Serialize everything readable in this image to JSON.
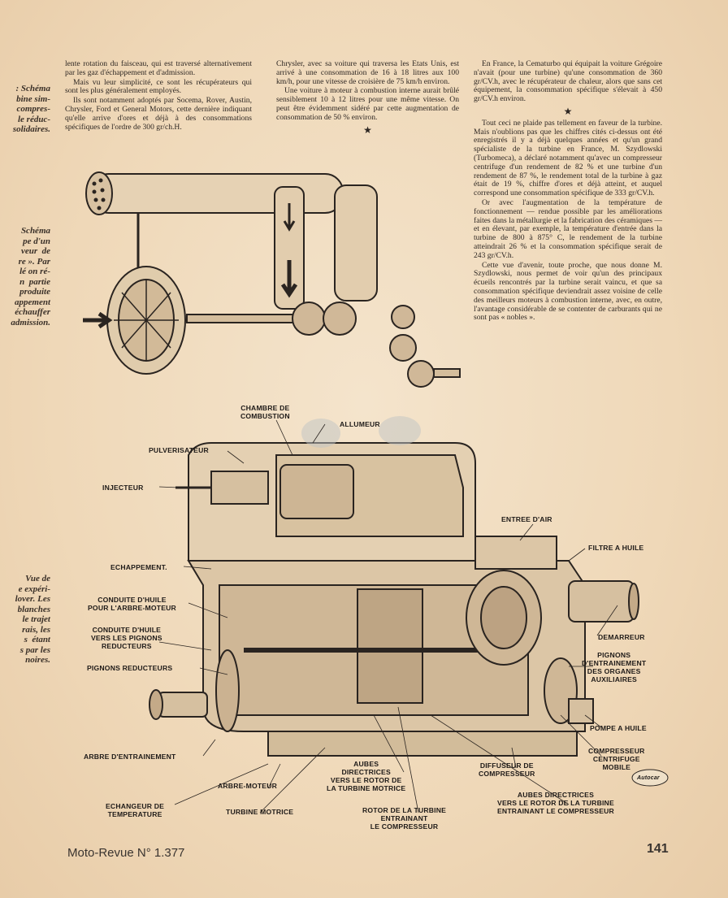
{
  "margin_captions": [
    ": Schéma\nbine sim-\ncompres-\nle réduc-\nsolidaires.",
    "Schéma\npe d'un\nveur  de\nre ». Par\nlé on ré-\nn  partie\n produite\nappement\néchauffer\nadmission.",
    "Vue de\ne expéri-\nlover. Les\nblanches\nle trajet\nrais, les\ns  étant\ns par les\nnoires."
  ],
  "column1": [
    "lente rotation du faisceau, qui est traversé alternativement par les gaz d'échappement et d'admission.",
    "Mais vu leur simplicité, ce sont les récupérateurs qui sont les plus généralement employés.",
    "Ils sont notamment adoptés par Socema, Rover, Austin, Chrysler, Ford et General Motors, cette dernière indiquant qu'elle arrive d'ores et déjà à des consommations spécifiques de l'ordre de 300 gr/ch.H."
  ],
  "column2": [
    "Chrysler, avec sa voiture qui traversa les Etats Unis, est arrivé à une consommation de 16 à 18 litres aux 100 km/h, pour une vitesse de croisière de 75 km/h environ.",
    "Une voiture à moteur à combustion interne aurait brûlé sensiblement 10 à 12 litres pour une même vitesse. On peut être évidemment sidéré par cette augmentation de consommation de 50 % environ."
  ],
  "column3": [
    "En France, la Cematurbo qui équipait la voiture Grégoire n'avait (pour une turbine) qu'une consommation de 360 gr/CV.h, avec le récupérateur de chaleur, alors que sans cet équipement, la consommation spécifique s'élevait à 450 gr/CV.h environ.",
    "Tout ceci ne plaide pas tellement en faveur de la turbine. Mais n'oublions pas que les chiffres cités ci-dessus ont été enregistrés il y a déjà quelques années et qu'un grand spécialiste de la turbine en France, M. Szydlowski (Turbomeca), a déclaré notamment qu'avec un compresseur centrifuge d'un rendement de 82 % et une turbine d'un rendement de 87 %, le rendement total de la turbine à gaz était de 19 %, chiffre d'ores et déjà atteint, et auquel correspond une consommation spécifique de 333 gr/CV.h.",
    "Or avec l'augmentation de la température de fonctionnement — rendue possible par les améliorations faites dans la métallurgie et la fabrication des céramiques — et en élevant, par exemple, la température d'entrée dans la turbine de 800 à 875° C, le rendement de la turbine atteindrait 26 % et la consommation spécifique serait de 243 gr/CV.h.",
    "Cette vue d'avenir, toute proche, que nous donne M. Szydlowski, nous permet de voir qu'un des principaux écueils rencontrés par la turbine serait vaincu, et que sa consommation spécifique deviendrait assez voisine de celle des meilleurs moteurs à combustion interne, avec, en outre, l'avantage considérable de se contenter de carburants qui ne sont pas « nobles »."
  ],
  "star": "★",
  "labels": {
    "chambre": "CHAMBRE DE\nCOMBUSTION",
    "allumeur": "ALLUMEUR",
    "pulverisateur": "PULVERISATEUR",
    "injecteur": "INJECTEUR",
    "entree_air": "ENTREE D'AIR",
    "filtre": "FILTRE A HUILE",
    "echappement": "ECHAPPEMENT.",
    "conduite1": "CONDUITE D'HUILE\nPOUR L'ARBRE-MOTEUR",
    "conduite2": "CONDUITE D'HUILE\nVERS LES PIGNONS\nREDUCTEURS",
    "pignons_red": "PIGNONS REDUCTEURS",
    "demarreur": "DEMARREUR",
    "pignons_ent": "PIGNONS\nD'ENTRAINEMENT\nDES ORGANES\nAUXILIAIRES",
    "pompe": "POMPE A HUILE",
    "compresseur": "COMPRESSEUR\nCENTRIFUGE\nMOBILE",
    "arbre_ent": "ARBRE D'ENTRAINEMENT",
    "aubes1": "AUBES\nDIRECTRICES\nVERS LE ROTOR DE\nLA TURBINE MOTRICE",
    "diffuseur": "DIFFUSEUR DE\nCOMPRESSEUR",
    "autocar": "Autocar",
    "arbre_moteur": "ARBRE-MOTEUR",
    "echangeur": "ECHANGEUR DE\nTEMPERATURE",
    "turbine_motrice": "TURBINE MOTRICE",
    "rotor": "ROTOR DE LA TURBINE\nENTRAINANT\nLE COMPRESSEUR",
    "aubes2": "AUBES DIRECTRICES\nVERS LE ROTOR DE LA TURBINE\nENTRAINANT LE COMPRESSEUR"
  },
  "footer": {
    "magazine": "Moto-Revue N° 1.377",
    "page": "141"
  }
}
